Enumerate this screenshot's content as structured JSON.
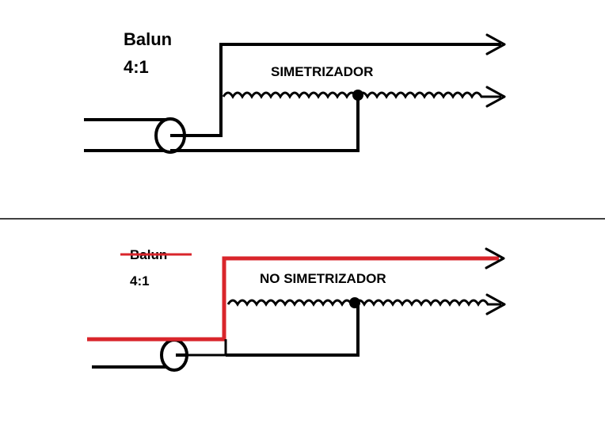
{
  "top_panel": {
    "label_line1": "Balun",
    "label_line2": "4:1",
    "caption": "SIMETRIZADOR"
  },
  "bottom_panel": {
    "label_line1": "Balun",
    "label_line2": "4:1",
    "caption": "NO SIMETRIZADOR",
    "highlight_color": "#d9252b"
  },
  "icons": {
    "coax": "coax-connector-icon",
    "coil": "coil-winding-icon",
    "arrow": "arrow-right-icon"
  },
  "colors": {
    "wire": "#000000",
    "divider": "#000000",
    "highlight": "#d9252b"
  }
}
